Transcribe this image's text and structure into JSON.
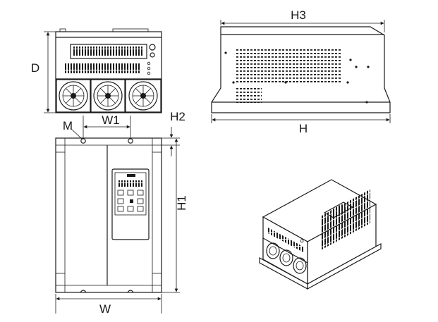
{
  "labels": {
    "d": "D",
    "h3": "H3",
    "h2": "H2",
    "m": "M",
    "w1": "W1",
    "h1": "H1",
    "h": "H",
    "w": "W"
  }
}
